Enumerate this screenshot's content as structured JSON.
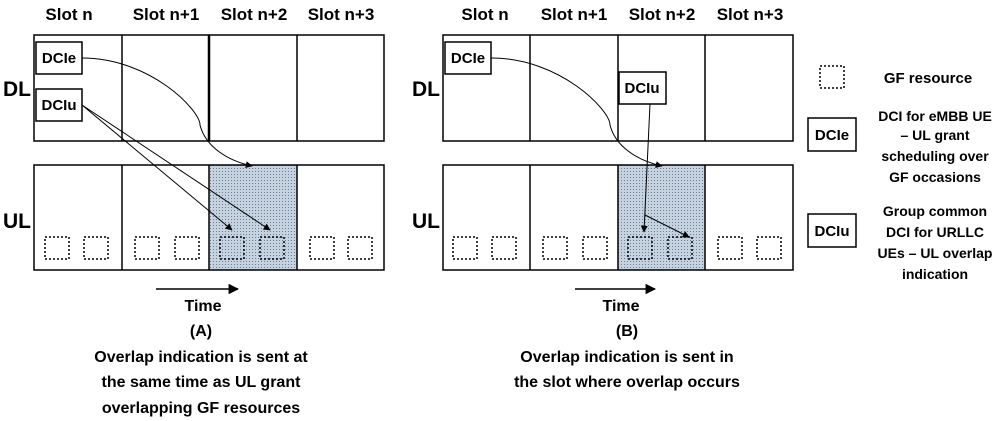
{
  "slot_headers": [
    "Slot n",
    "Slot n+1",
    "Slot n+2",
    "Slot n+3"
  ],
  "row_labels": {
    "dl": "DL",
    "ul": "UL"
  },
  "dci_labels": {
    "embb": "DCIe",
    "urllc": "DCIu"
  },
  "time_label": "Time",
  "panel_a": {
    "tag": "(A)",
    "caption": [
      "Overlap indication is sent at",
      "the same time as UL grant",
      "overlapping GF resources"
    ]
  },
  "panel_b": {
    "tag": "(B)",
    "caption": [
      "Overlap indication is sent in",
      "the slot where overlap occurs"
    ]
  },
  "legend": {
    "gf_resource": "GF resource",
    "dcie_desc": [
      "DCI for eMBB UE",
      "– UL grant",
      "scheduling over",
      "GF occasions"
    ],
    "dciu_desc": [
      "Group common",
      "DCI for URLLC",
      "UEs – UL overlap",
      "indication"
    ]
  },
  "colors": {
    "overlap_fill": "#c5d3e0",
    "line": "#000000"
  }
}
